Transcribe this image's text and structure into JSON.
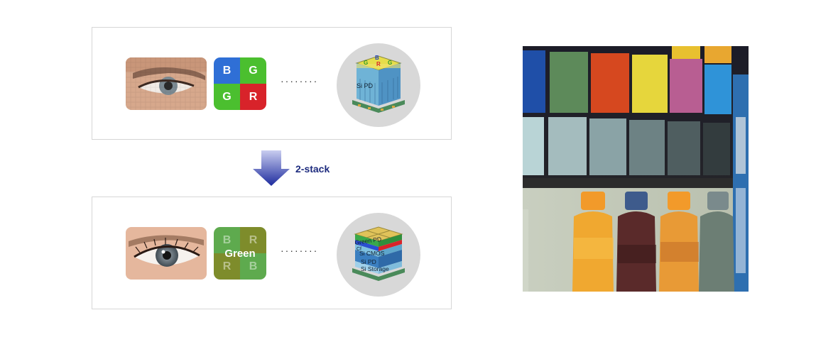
{
  "top_panel": {
    "bayer_cells": [
      "B",
      "G",
      "G",
      "R"
    ],
    "bayer_colors": [
      "#2f6fd6",
      "#4bbf2f",
      "#4bbf2f",
      "#d8232a"
    ],
    "dots": "········",
    "sensor_letters": [
      "G",
      "B",
      "R",
      "G"
    ],
    "sensor_label": "Si PD"
  },
  "arrow": {
    "label": "2-stack",
    "color": "#1d2b9e"
  },
  "bottom_panel": {
    "cells": [
      "B",
      "R",
      "R",
      "B"
    ],
    "cell_colors": [
      "#5eaa4e",
      "#7e8c2b",
      "#7e8c2b",
      "#5eaa4e"
    ],
    "overlay_label": "Green",
    "dots": "········",
    "sensor_layers": [
      "Green PD",
      "Cf",
      "Si CMOS",
      "Si PD",
      "Si Storage"
    ]
  }
}
